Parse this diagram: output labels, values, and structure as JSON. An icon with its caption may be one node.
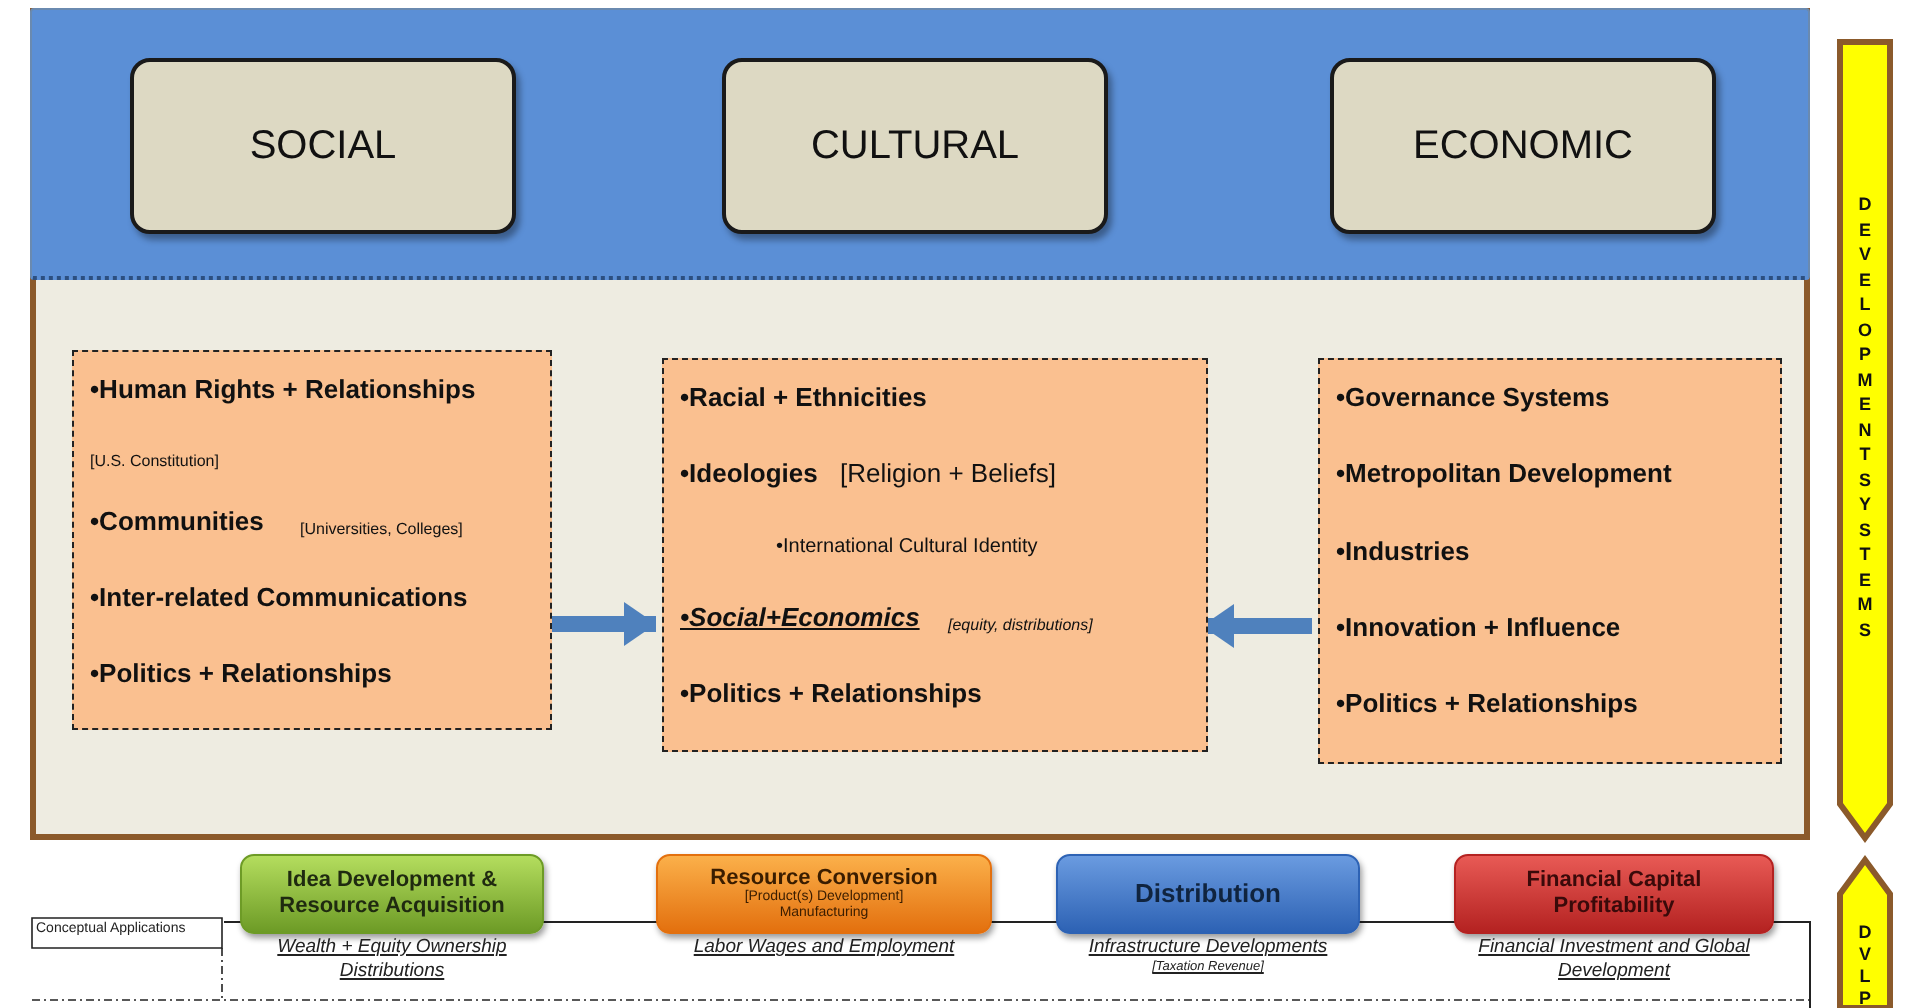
{
  "diagram": {
    "nodes": [
      {
        "text": [],
        "shape": "box"
      },
      {
        "text": [],
        "shape": "bar",
        "in": 0
      },
      {
        "text": [
          "SOCIAL"
        ],
        "in": 1
      },
      {
        "text": [
          "CULTURAL"
        ],
        "in": 1
      },
      {
        "text": [
          "ECONOMIC"
        ],
        "in": 1
      },
      {
        "text": [
          "•Human Rights + Relationships",
          "[U.S. Constitution]",
          "•Communities",
          "[Universities, Colleges]",
          "•Inter-related Communications",
          "•Politics + Relationships"
        ],
        "in": 0
      },
      {
        "text": [
          "•Racial + Ethnicities",
          "•Ideologies",
          "[Religion + Beliefs]",
          "•International Cultural Identity",
          "•Social+Economics",
          "[equity, distributions]",
          "•Politics + Relationships"
        ],
        "in": 0
      },
      {
        "text": [
          "•Governance Systems",
          "•Metropolitan Development",
          "•Industries",
          "•Innovation + Influence",
          "•Politics + Relationships"
        ],
        "in": 0
      },
      {
        "text": [
          "DEVELOPMENT SYSTEMS"
        ]
      },
      {
        "text": [
          "DVLP"
        ]
      },
      {
        "text": [
          "Idea Development & Resource Acquisition"
        ],
        "beside": [
          "Wealth + Equity Ownership Distributions"
        ]
      },
      {
        "text": [
          "Resource  Conversion",
          "[Product(s) Development] Manufacturing"
        ],
        "beside": [
          "Labor Wages and Employment"
        ]
      },
      {
        "text": [
          "Distribution"
        ],
        "beside": [
          "Infrastructure Developments",
          "[Taxation Revenue]"
        ]
      },
      {
        "text": [
          "Financial Capital Profitability"
        ],
        "beside": [
          "Financial Investment and Global Development"
        ]
      }
    ],
    "edges": [
      {
        "from": 5,
        "to": 6,
        "arrow": "to"
      },
      {
        "from": 7,
        "to": 6,
        "arrow": "to"
      }
    ],
    "labels": [
      "Conceptual Applications"
    ]
  }
}
